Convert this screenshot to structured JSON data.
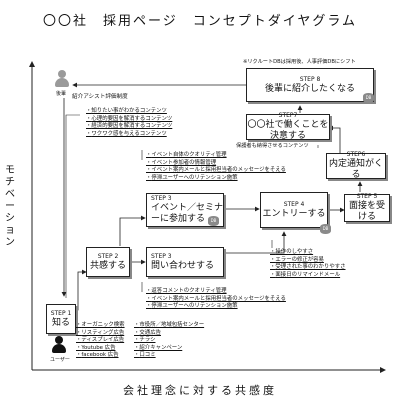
{
  "title": "〇〇社　採用ページ　コンセプトダイヤグラム",
  "axes": {
    "x_label": "会社理念に対する共感度",
    "y_label": "モチベーション"
  },
  "roles": {
    "top": "後輩",
    "bottom": "ユーザー"
  },
  "note_top": "※リクルートDBは採用後、人事評価DBにシフト",
  "db_label": "DB",
  "steps": {
    "s1": {
      "step": "STEP 1",
      "label": "知る"
    },
    "s2": {
      "step": "STEP 2",
      "label": "共感する"
    },
    "s3a": {
      "step": "STEP 3",
      "label": "イベント／セミナーに参加する"
    },
    "s3b": {
      "step": "STEP 3",
      "label": "問い合わせする"
    },
    "s4": {
      "step": "STEP 4",
      "label": "エントリーする"
    },
    "s5": {
      "step": "STEP 5",
      "label": "面接を受ける"
    },
    "s6": {
      "step": "STEP6",
      "label": "内定通知がくる"
    },
    "s7": {
      "step": "STEP7",
      "label": "〇〇社で働くことを決意する"
    },
    "s8": {
      "step": "STEP 8",
      "label": "後輩に紹介したくなる"
    }
  },
  "texts": {
    "referral": "紹介アシスト評価制度",
    "guardian": "保護者も納得させるコンテンツ"
  },
  "bullets_content": [
    "知りたい事がわかるコンテンツ",
    "心理的要因を解消するコンテンツ",
    "経済的要因を解消するコンテンツ",
    "ワクワク感を与えるコンテンツ"
  ],
  "bullets_event": [
    "イベント自体のクオリティ管理",
    "イベント参加者の情報管理",
    "イベント案内メールと採用担当者のメッセージをそえる",
    "停滞ユーザーへのリテンション施策"
  ],
  "bullets_inquiry": [
    "返答コメントのクオリティ管理",
    "イベント案内メールと採用担当者のメッセージをそえる",
    "停滞ユーザーへのリテンション施策"
  ],
  "bullets_entry": [
    "操作のしやすさ",
    "エラーの修正が容易",
    "受理された事のわかりやすさ",
    "面接日のリマインドメール"
  ],
  "channels_left": [
    "オーガニック検索",
    "リスティング広告",
    "ディスプレイ広告",
    "Youtube 広告",
    "facebook 広告"
  ],
  "channels_right": [
    "市役所／地域包括センター",
    "交通広告",
    "チラシ",
    "紹介キャンペーン",
    "口コミ"
  ]
}
